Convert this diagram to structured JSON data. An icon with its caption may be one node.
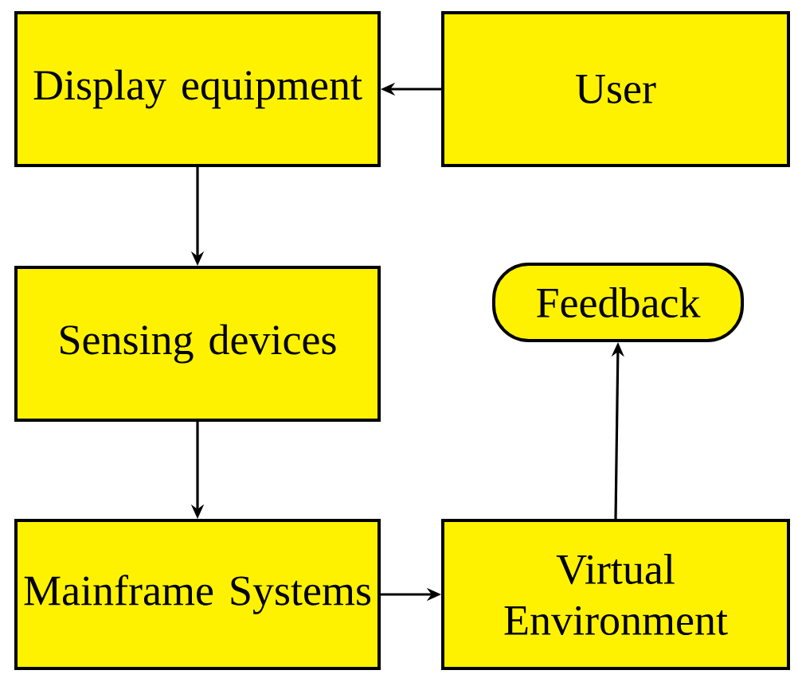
{
  "diagram": {
    "nodes": [
      {
        "text": [
          "Display equipment"
        ]
      },
      {
        "text": [
          "User"
        ]
      },
      {
        "text": [
          "Sensing devices"
        ]
      },
      {
        "text": [
          "Feedback"
        ]
      },
      {
        "text": [
          "Mainframe Systems"
        ]
      },
      {
        "text": [
          "Virtual Environment"
        ]
      }
    ],
    "edges": [
      {
        "from": 1,
        "to": 0,
        "arrow": "to"
      },
      {
        "from": 0,
        "to": 2,
        "arrow": "to"
      },
      {
        "from": 2,
        "to": 4,
        "arrow": "to"
      },
      {
        "from": 4,
        "to": 5,
        "arrow": "to"
      },
      {
        "from": 5,
        "to": 3,
        "arrow": "to"
      }
    ]
  }
}
